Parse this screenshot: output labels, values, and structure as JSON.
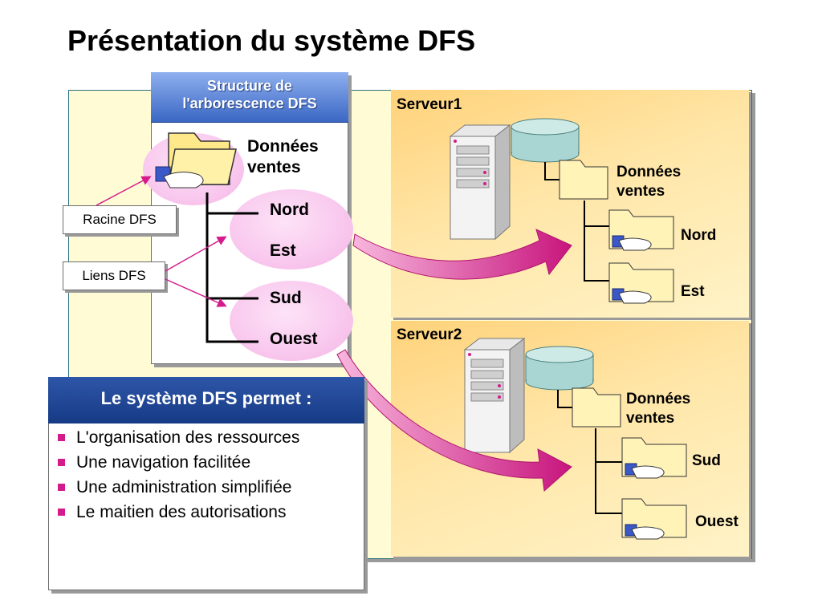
{
  "title": "Présentation du système DFS",
  "tree": {
    "header_line1": "Structure de",
    "header_line2": "l'arborescence DFS",
    "root_line1": "Données",
    "root_line2": "ventes",
    "links": [
      "Nord",
      "Est",
      "Sud",
      "Ouest"
    ]
  },
  "callouts": {
    "root": "Racine DFS",
    "links": "Liens DFS"
  },
  "features": {
    "header": "Le système DFS permet :",
    "items": [
      "L'organisation des ressources",
      "Une navigation facilitée",
      "Une administration simplifiée",
      "Le maitien des autorisations"
    ]
  },
  "server1": {
    "name": "Serveur1",
    "folder_line1": "Données",
    "folder_line2": "ventes",
    "sub": [
      "Nord",
      "Est"
    ]
  },
  "server2": {
    "name": "Serveur2",
    "folder_line1": "Données",
    "folder_line2": "ventes",
    "sub": [
      "Sud",
      "Ouest"
    ]
  },
  "colors": {
    "accent_pink": "#d41b8c",
    "header_blue": "#3a67c4",
    "panel_yellow": "#fffbd4",
    "server_orange": "#ffd27a"
  }
}
